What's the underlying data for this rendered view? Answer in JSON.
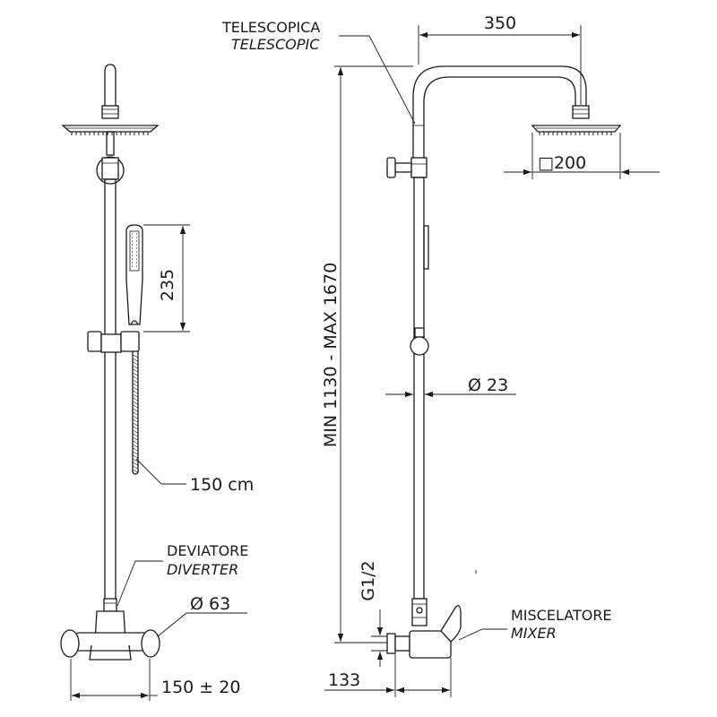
{
  "front_view": {
    "handshower_length": "235",
    "hose_length": "150 cm",
    "diverter_it": "DEVIATORE",
    "diverter_en": "DIVERTER",
    "mixer_diameter": "Ø 63",
    "centres": "150 ± 20"
  },
  "side_view": {
    "telescopic_it": "TELESCOPICA",
    "telescopic_en": "TELESCOPIC",
    "arm_projection": "350",
    "head_size": "□200",
    "height_range": "MIN 1130 - MAX 1670",
    "tube_diameter": "Ø 23",
    "inlet_thread": "G1/2",
    "mixer_it": "MISCELATORE",
    "mixer_en": "MIXER",
    "wall_distance": "133"
  }
}
